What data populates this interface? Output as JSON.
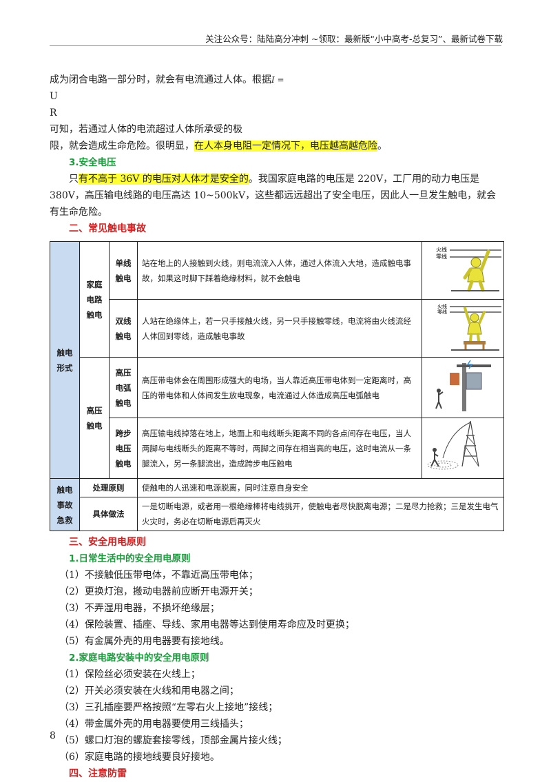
{
  "header": {
    "text": "关注公众号：陆陆高分冲刺  ~领取：最新版“小中高考-总复习”、最新试卷下载"
  },
  "intro": {
    "l1_before": "成为闭合电路一部分时，就会有电流通过人体。根据",
    "formula_I": "I =",
    "formula_U": "U",
    "formula_R": "R",
    "l1_after": "可知，若通过人体的电流超过人体所承受的极",
    "l2_before": "限，就会造成生命危险。很明显，",
    "l2_hl": "在人本身电阻一定情况下，电压越高越危险",
    "l2_after": "。"
  },
  "safe_voltage": {
    "heading": "3.安全电压",
    "pre": "只",
    "hl": "有不高于 36V 的电压对人体才是安全的",
    "text": "。我国家庭电路的电压是 220V，工厂用的动力电压是 380V，高压输电线路的电压高达 10~500kV，这些都远远超出了安全电压，因此人一旦发生触电，就会有生命危险。"
  },
  "sec2": {
    "heading": "二、常见触电事故"
  },
  "table": {
    "form_label": "触电形式",
    "home_label": "家庭电路触电",
    "hv_label": "高压触电",
    "single_label": "单线触电",
    "single_text": "站在地上的人接触到火线，则电流流入人体，通过人体流入大地，造成触电事故，如果这时脚下踩着绝缘材料，就不会触电",
    "single_img_fire": "火线",
    "single_img_zero": "零线",
    "double_label": "双线触电",
    "double_text": "人站在绝缘体上，若一只手接触火线，另一只手接触零线，电流将由火线流经人体回到零线，造成触电事故",
    "double_img_fire": "火线",
    "double_img_zero": "零线",
    "arc_label": "高压电弧触电",
    "arc_text": "高压带电体会在周围形成强大的电场，当人靠近高压带电体到一定距离时，高压的带电体和人体间发生放电现象，电流通过人体造成高压电弧触电",
    "step_label": "跨步电压触电",
    "step_text": "高压输电线掉落在地上，地面上和电线断头距离不同的各点间存在电压，当人两脚与电线断头的距离不等时，两脚之间存在相当高的电压，这时电流从一条腿流入，另一条腿流出，造成跨步电压触电",
    "emergency_label": "触电事故急救",
    "principle_label": "处理原则",
    "principle_text": "使触电的人迅速和电源脱离，同时注意自身安全",
    "method_label": "具体做法",
    "method_text": "一是切断电源，或者用一根绝缘棒将电线挑开，使触电者尽快脱离电源；二是尽力抢救；三是发生电气火灾时，务必在切断电源后再灭火"
  },
  "sec3": {
    "heading": "三、安全用电原则",
    "sub1": "1.日常生活中的安全用电原则",
    "daily": [
      "（1）不接触低压带电体，不靠近高压带电体；",
      "（2）更换灯泡，搬动电器前应断开电源开关；",
      "（3）不弄湿用电器，不损坏绝缘层；",
      "（4）保险装置、插座、导线、家用电器等达到使用寿命应及时更换；",
      "（5）有金属外壳的用电器要有接地线。"
    ],
    "sub2": "2.家庭电路安装中的安全用电原则",
    "install": [
      "（1）保险丝必须安装在火线上；",
      "（2）开关必须安装在火线和用电器之间；",
      "（3）三孔插座要严格按照“左零右火上接地”接线；",
      "（4）带金属外壳的用电器要使用三线插头；",
      "（5）螺口灯泡的螺旋套接零线，顶部金属片接火线；",
      "（6）家庭电路的接地线要良好接地。"
    ]
  },
  "sec4": {
    "heading": "四、注意防雷"
  },
  "page": {
    "number": "8"
  },
  "colors": {
    "green": "#1a9e3c",
    "red": "#d42020",
    "highlight": "#ffff33",
    "table_shade": "#c9dbf0"
  }
}
